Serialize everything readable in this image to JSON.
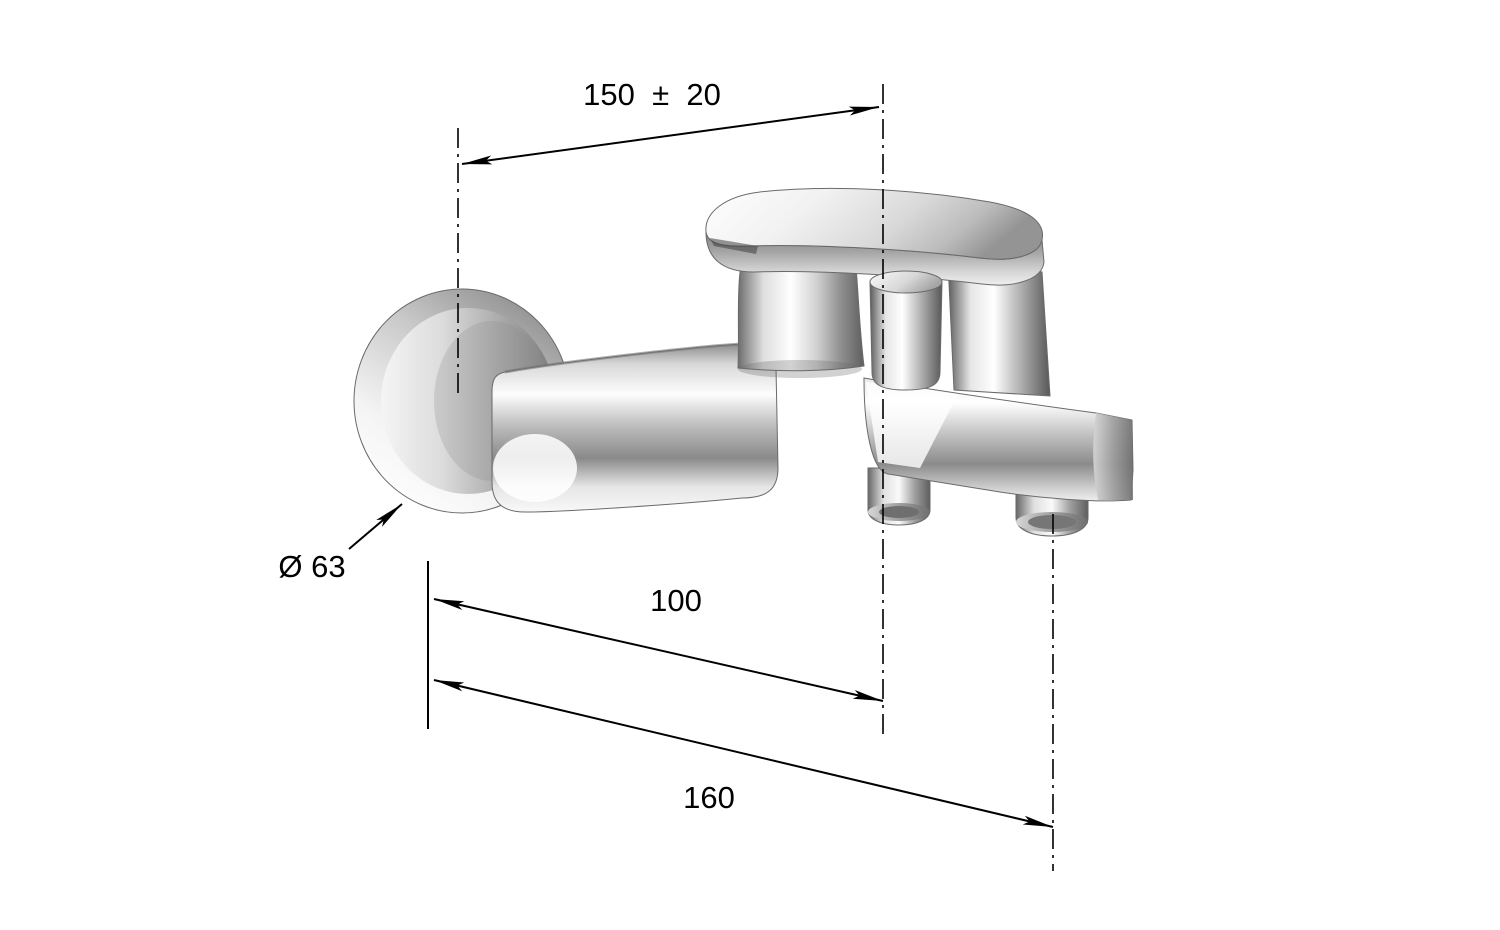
{
  "page": {
    "background": "#ffffff"
  },
  "drawing": {
    "labels": {
      "top_distance": "150  ±  20",
      "flange_diameter": "Ø 63",
      "depth_to_diverter": "100",
      "depth_to_spout": "160"
    },
    "colors": {
      "line": "#000000",
      "background": "#ffffff",
      "chrome_highlight": "#ffffff",
      "chrome_mid": "#b9b9b9",
      "chrome_dark": "#5f5f5f"
    }
  }
}
